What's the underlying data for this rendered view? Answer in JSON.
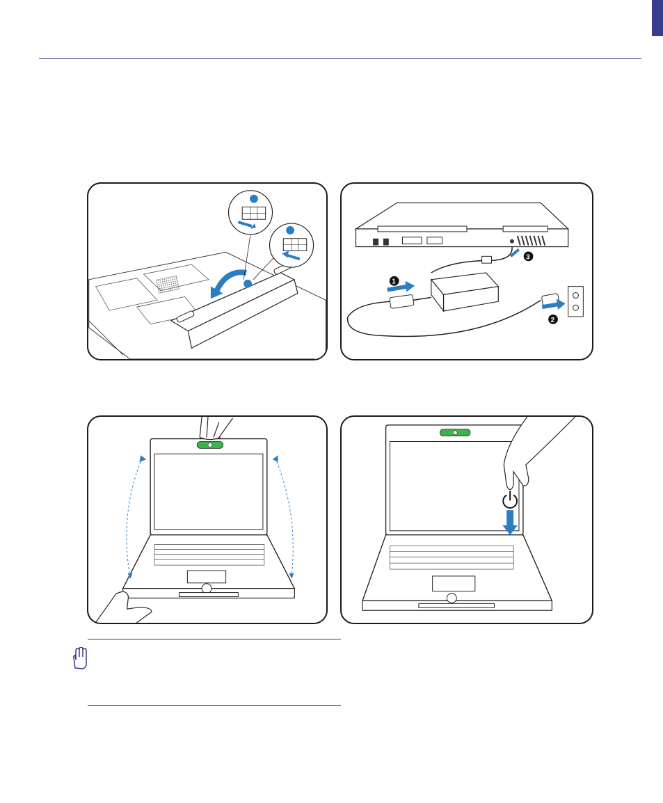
{
  "colors": {
    "accent": "#2b2f83",
    "arrow": "#2a7fc4",
    "button_green": "#3cb44b"
  },
  "figures": [
    {
      "id": "install-battery",
      "callouts": []
    },
    {
      "id": "connect-power-adapter",
      "callouts": [
        "1",
        "2",
        "3"
      ]
    },
    {
      "id": "open-display-panel",
      "callouts": []
    },
    {
      "id": "turn-on-power",
      "callouts": []
    }
  ],
  "icons": {
    "note": "raised-hand-icon",
    "power": "power-icon"
  }
}
